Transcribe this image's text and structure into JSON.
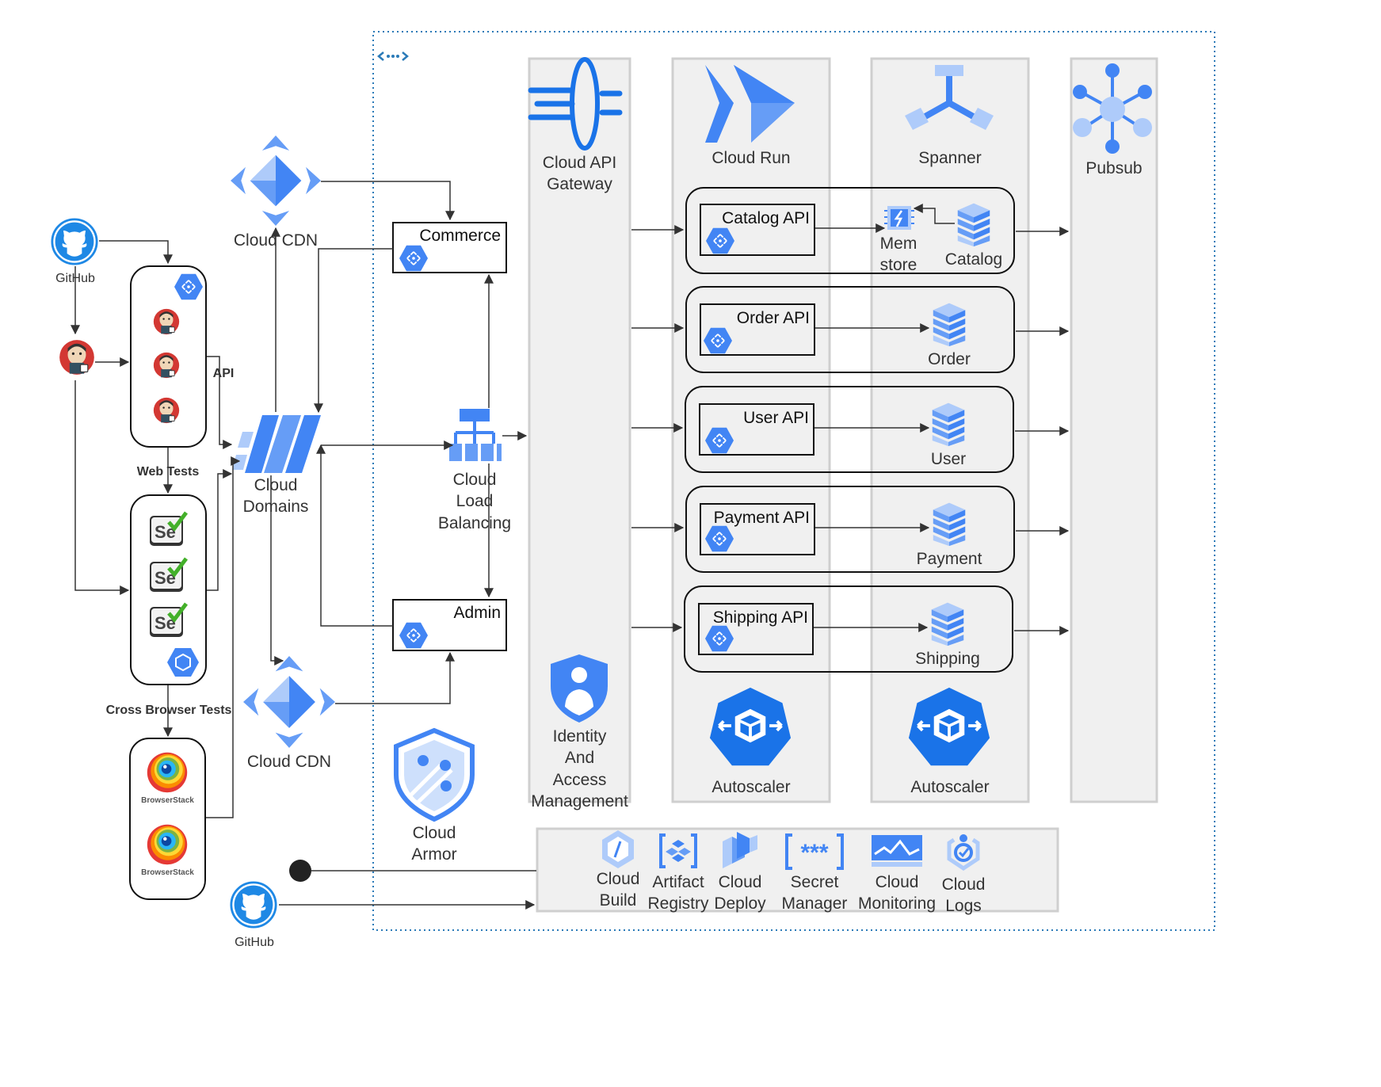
{
  "cloud_cdn_top": "Cloud CDN",
  "cloud_cdn_bottom": "Cloud CDN",
  "github_top": "GitHub",
  "github_bottom": "GitHub",
  "api_label": "API",
  "web_tests_label": "Web Tests",
  "cross_browser_label": "Cross Browser Tests",
  "browserstack_label": "BrowserStack",
  "cloud_domains": "Cloud\nDomains",
  "commerce": "Commerce",
  "admin": "Admin",
  "cloud_load_balancing": "Cloud\nLoad\nBalancing",
  "cloud_armor": "Cloud\nArmor",
  "columns": {
    "api_gateway": "Cloud API\nGateway",
    "iam": "Identity\nAnd\nAccess\nManagement",
    "cloud_run": "Cloud Run",
    "spanner": "Spanner",
    "pubsub": "Pubsub",
    "autoscaler_run": "Autoscaler",
    "autoscaler_spanner": "Autoscaler"
  },
  "services": [
    {
      "api": "Catalog API",
      "db": "Catalog",
      "cache": "Mem\nstore"
    },
    {
      "api": "Order API",
      "db": "Order"
    },
    {
      "api": "User API",
      "db": "User"
    },
    {
      "api": "Payment API",
      "db": "Payment"
    },
    {
      "api": "Shipping API",
      "db": "Shipping"
    }
  ],
  "devops": [
    {
      "label": "Cloud\nBuild",
      "icon": "cloud-build-icon"
    },
    {
      "label": "Artifact\nRegistry",
      "icon": "artifact-registry-icon"
    },
    {
      "label": "Cloud\nDeploy",
      "icon": "cloud-deploy-icon"
    },
    {
      "label": "Secret\nManager",
      "icon": "secret-manager-icon"
    },
    {
      "label": "Cloud\nMonitoring",
      "icon": "cloud-monitoring-icon"
    },
    {
      "label": "Cloud\nLogs",
      "icon": "cloud-logs-icon"
    }
  ],
  "colors": {
    "gcp_blue": "#4285f4",
    "gcp_light_blue": "#aecbfa",
    "panel_gray": "#f0f0f0",
    "vpc_border": "#2a7ab8",
    "jenkins_red": "#d33833"
  }
}
